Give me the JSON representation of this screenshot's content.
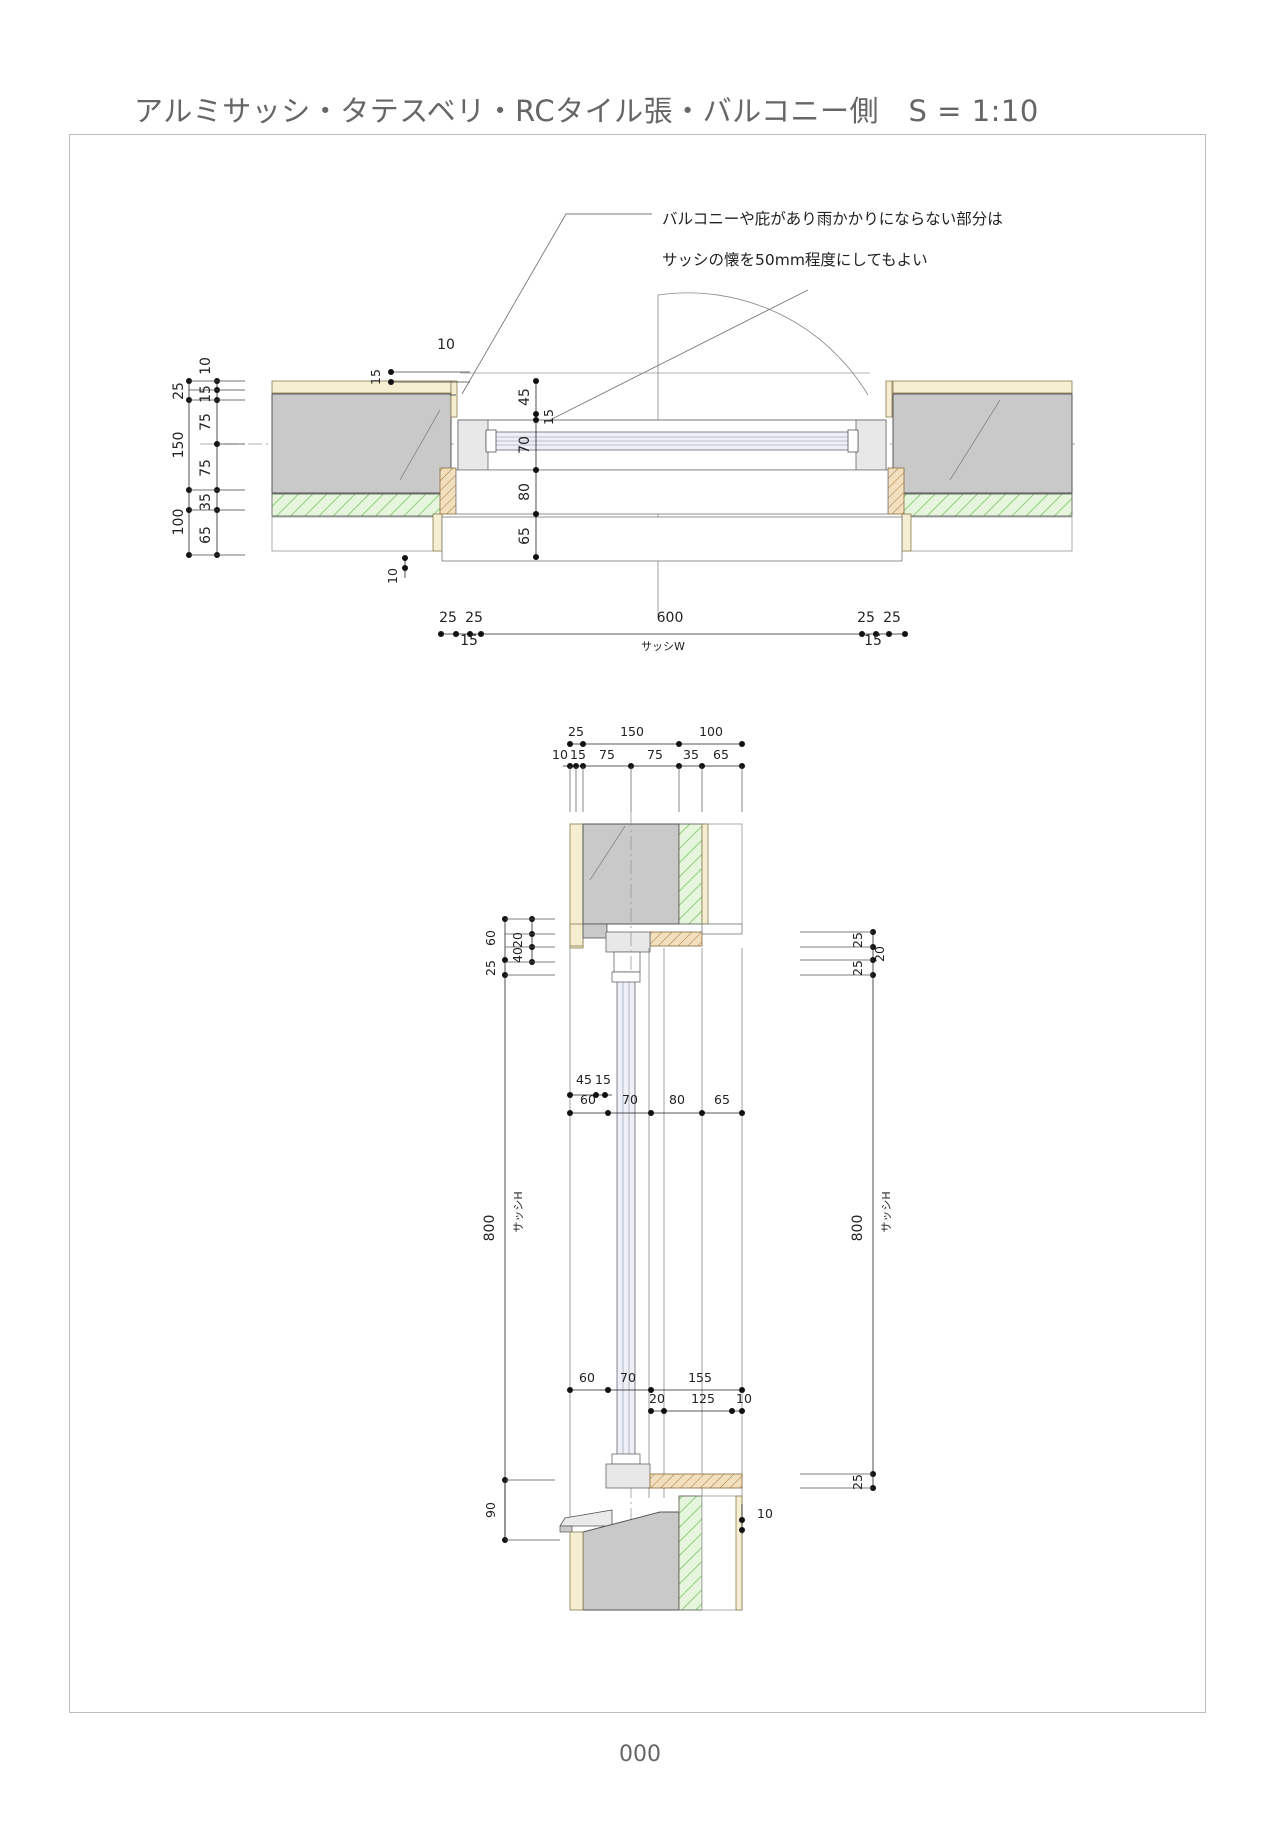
{
  "title": "アルミサッシ・タテスベリ・RCタイル張・バルコニー側　S = 1:10",
  "page_number": "000",
  "note": {
    "line1": "バルコニーや庇があり雨かかりにならない部分は",
    "line2": "サッシの懐を50mm程度にしてもよい"
  },
  "plan": {
    "left_dims": {
      "d25": "25",
      "d15": "15",
      "d10": "10",
      "d75a": "75",
      "d150": "150",
      "d75b": "75",
      "d35": "35",
      "d100": "100",
      "d65": "65"
    },
    "inner_dims": {
      "d45": "45",
      "d15": "15",
      "d70": "70",
      "d80": "80",
      "d65": "65"
    },
    "top_dims": {
      "d10": "10",
      "d15": "15"
    },
    "small_10": "10",
    "bottom_dims": {
      "l25a": "25",
      "l25b": "25",
      "l15": "15",
      "center": "600",
      "r25a": "25",
      "r25b": "25",
      "r15": "15"
    },
    "sash_w_label": "サッシW"
  },
  "section": {
    "top_row1": {
      "d25": "25",
      "d150": "150",
      "d100": "100"
    },
    "top_row2": {
      "d10": "10",
      "d15": "15",
      "d75a": "75",
      "d75b": "75",
      "d35": "35",
      "d65": "65"
    },
    "left_head": {
      "d25": "25",
      "d60": "60",
      "d20": "20",
      "d40": "40"
    },
    "right_head": {
      "d25a": "25",
      "d20": "20",
      "d25b": "25"
    },
    "mid_row1": {
      "d45": "45",
      "d15": "15"
    },
    "mid_row2": {
      "d60": "60",
      "d70": "70",
      "d80": "80",
      "d65": "65"
    },
    "height_left": "800",
    "height_right": "800",
    "sash_h_label": "サッシH",
    "sill_row1": {
      "d60": "60",
      "d70": "70",
      "d155": "155"
    },
    "sill_row2": {
      "d20": "20",
      "d125": "125",
      "d10": "10"
    },
    "sill_left": "90",
    "sill_right": "25",
    "sill_small": "10"
  }
}
